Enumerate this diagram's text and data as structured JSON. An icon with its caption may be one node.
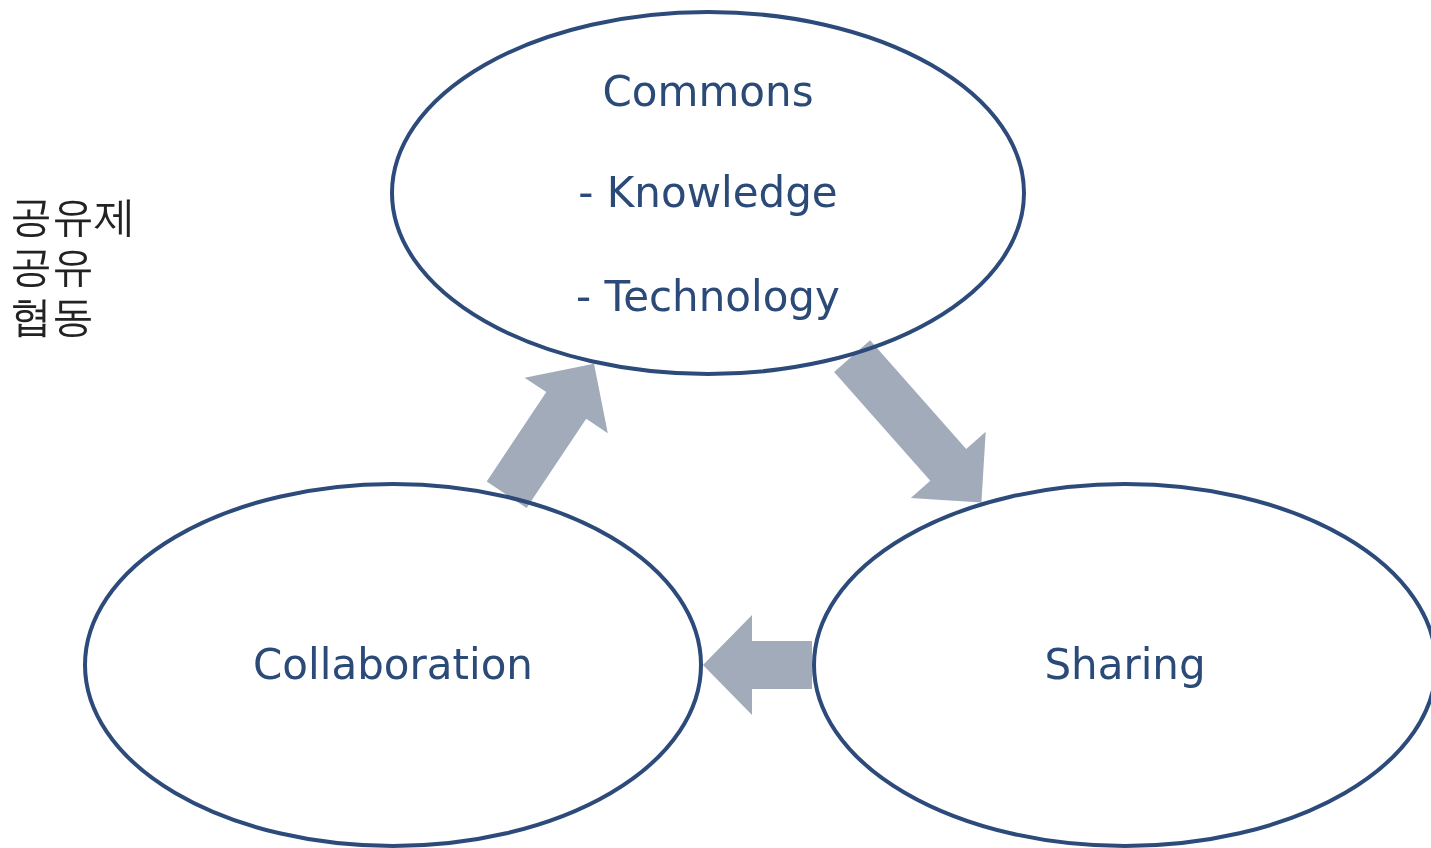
{
  "diagram": {
    "nodes": [
      {
        "text": [
          "Commons",
          "- Knowledge",
          "- Technology"
        ]
      },
      {
        "text": [
          "Sharing"
        ]
      },
      {
        "text": [
          "Collaboration"
        ]
      }
    ],
    "edges": [
      {
        "from": 0,
        "to": 1,
        "arrow": "to"
      },
      {
        "from": 1,
        "to": 2,
        "arrow": "to"
      },
      {
        "from": 2,
        "to": 0,
        "arrow": "to"
      }
    ],
    "labels": [
      "공유제",
      "공유",
      "협동"
    ]
  }
}
